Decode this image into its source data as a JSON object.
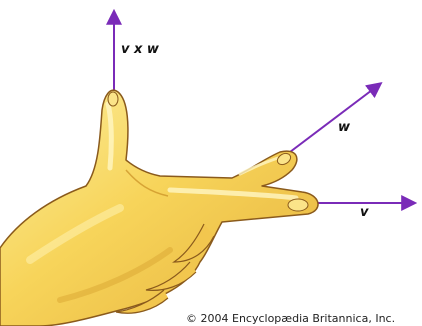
{
  "diagram": {
    "labels": {
      "cross_product": "v x w",
      "w": "w",
      "v": "v"
    },
    "credit": "© 2004 Encyclopædia Britannica, Inc.",
    "colors": {
      "arrow": "#7a2bb8",
      "hand_fill": "#f7d45a",
      "hand_highlight": "#fcee9c",
      "hand_shadow": "#d9a531",
      "outline": "#8a5a1c"
    }
  }
}
